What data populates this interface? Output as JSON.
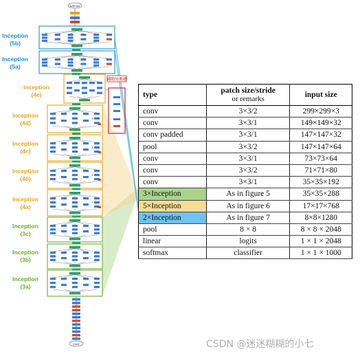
{
  "diagram": {
    "top_node": "softmax",
    "bottom_node": "input",
    "aux_label": "辅助分类器",
    "sections": [
      {
        "id": "5b",
        "name": "Inception",
        "sub": "(5b)",
        "color": "#1e8fd0"
      },
      {
        "id": "5a",
        "name": "Inception",
        "sub": "(5a)",
        "color": "#1e8fd0"
      },
      {
        "id": "4e",
        "name": "Inception",
        "sub": "(4e)",
        "color": "#e8a317"
      },
      {
        "id": "4d",
        "name": "Inception",
        "sub": "(4d)",
        "color": "#e8a317"
      },
      {
        "id": "4c",
        "name": "Inception",
        "sub": "(4c)",
        "color": "#e8a317"
      },
      {
        "id": "4b",
        "name": "Inception",
        "sub": "(4b)",
        "color": "#e8a317"
      },
      {
        "id": "4a",
        "name": "Inception",
        "sub": "(4a)",
        "color": "#e8a317"
      },
      {
        "id": "3c",
        "name": "Inception",
        "sub": "(3c)",
        "color": "#6aab2e"
      },
      {
        "id": "3b",
        "name": "Inception",
        "sub": "(3b)",
        "color": "#6aab2e"
      },
      {
        "id": "3a",
        "name": "Inception",
        "sub": "(3a)",
        "color": "#6aab2e"
      }
    ]
  },
  "table": {
    "headers": {
      "type": "type",
      "patch": "patch size/stride",
      "patch_sub": "or remarks",
      "input": "input size"
    },
    "rows": [
      {
        "type": "conv",
        "patch": "3×3/2",
        "input": "299×299×3"
      },
      {
        "type": "conv",
        "patch": "3×3/1",
        "input": "149×149×32"
      },
      {
        "type": "conv padded",
        "patch": "3×3/1",
        "input": "147×147×32"
      },
      {
        "type": "pool",
        "patch": "3×3/2",
        "input": "147×147×64"
      },
      {
        "type": "conv",
        "patch": "3×3/1",
        "input": "73×73×64"
      },
      {
        "type": "conv",
        "patch": "3×3/2",
        "input": "71×71×80"
      },
      {
        "type": "conv",
        "patch": "3×3/1",
        "input": "35×35×192"
      },
      {
        "type": "3×Inception",
        "patch": "As in figure 5",
        "input": "35×35×288",
        "highlight": "#a8d48a"
      },
      {
        "type": "5×Inception",
        "patch": "As in figure 6",
        "input": "17×17×768",
        "highlight": "#f7dc92"
      },
      {
        "type": "2×Inception",
        "patch": "As in figure 7",
        "input": "8×8×1280",
        "highlight": "#6fc3ee"
      },
      {
        "type": "pool",
        "patch": "8 × 8",
        "input": "8 × 8 × 2048"
      },
      {
        "type": "linear",
        "patch": "logits",
        "input": "1 × 1 × 2048"
      },
      {
        "type": "softmax",
        "patch": "classifier",
        "input": "1 × 1 × 1000"
      }
    ]
  },
  "watermark": "CSDN @迷迷糊糊的小七"
}
